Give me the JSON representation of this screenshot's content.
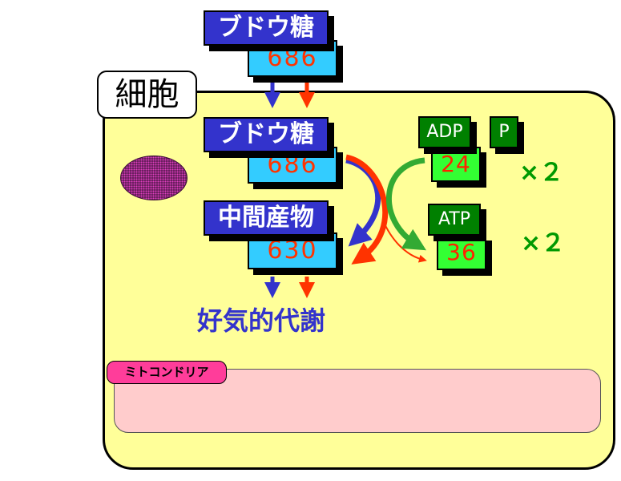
{
  "cell_label": "細胞",
  "mitochondria_label": "ミトコンドリア",
  "glucose_outside": {
    "label": "ブドウ糖",
    "value": "686"
  },
  "glucose_inside": {
    "label": "ブドウ糖",
    "value": "686"
  },
  "intermediate": {
    "label": "中間産物",
    "value": "630"
  },
  "adp": {
    "label": "ADP",
    "value": "24"
  },
  "phosphate": {
    "label": "P"
  },
  "atp": {
    "label": "ATP",
    "value": "36"
  },
  "multiplier_adp": "×２",
  "multiplier_atp": "×２",
  "aerobic_metabolism": "好気的代謝",
  "colors": {
    "cell": "#ffff99",
    "mitochondria": "#ffcccc",
    "glucose_label_bg": "#3333cc",
    "value_bg": "#33ccff",
    "value_text": "#ff3300",
    "adp_atp_label_bg": "#008000",
    "adp_atp_value_bg": "#33ff33",
    "arrow_blue": "#3333cc",
    "arrow_red": "#ff3300",
    "arrow_green": "#33aa33"
  }
}
